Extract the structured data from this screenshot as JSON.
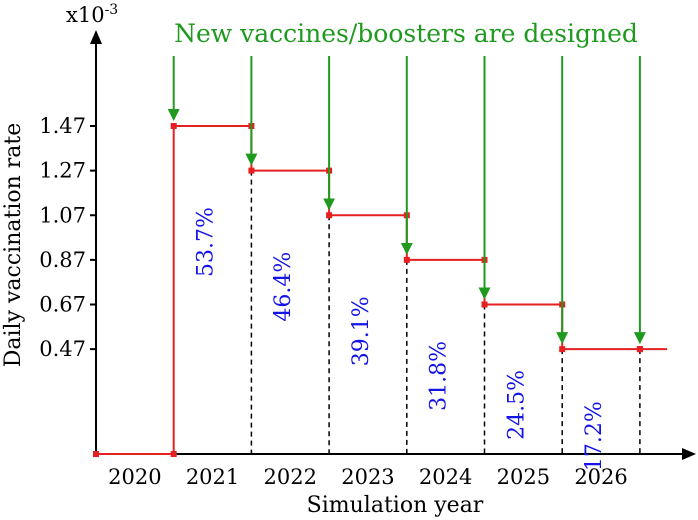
{
  "chart_data": {
    "type": "line",
    "step": true,
    "xlabel": "Simulation year",
    "ylabel": "Daily vaccination rate",
    "y_multiplier": "x10",
    "y_multiplier_exp": "-3",
    "annotation": "New vaccines/boosters are designed",
    "x_categories": [
      "2020",
      "2021",
      "2022",
      "2023",
      "2024",
      "2025",
      "2026"
    ],
    "y_ticks": [
      "0.47",
      "0.67",
      "0.87",
      "1.07",
      "1.27",
      "1.47"
    ],
    "ylim": [
      0,
      1.95
    ],
    "steps": [
      {
        "x_start": 0.0,
        "x_end": 1.0,
        "y": 0
      },
      {
        "x_start": 1.0,
        "x_end": 2.0,
        "y": 1.47
      },
      {
        "x_start": 2.0,
        "x_end": 3.0,
        "y": 1.27
      },
      {
        "x_start": 3.0,
        "x_end": 4.0,
        "y": 1.07
      },
      {
        "x_start": 4.0,
        "x_end": 5.0,
        "y": 0.87
      },
      {
        "x_start": 5.0,
        "x_end": 6.0,
        "y": 0.67
      },
      {
        "x_start": 6.0,
        "x_end": 7.0,
        "y": 0.47
      },
      {
        "x_start": 7.0,
        "x_end": 7.35,
        "y": 0.47
      }
    ],
    "design_points": [
      1,
      2,
      3,
      4,
      5,
      6,
      7
    ],
    "segment_labels": [
      {
        "x": 1.5,
        "y": 0.95,
        "text": "53.7%"
      },
      {
        "x": 2.5,
        "y": 0.75,
        "text": "46.4%"
      },
      {
        "x": 3.5,
        "y": 0.55,
        "text": "39.1%"
      },
      {
        "x": 4.5,
        "y": 0.35,
        "text": "31.8%"
      },
      {
        "x": 5.5,
        "y": 0.22,
        "text": "24.5%"
      },
      {
        "x": 6.5,
        "y": 0.08,
        "text": "17.2%"
      }
    ],
    "colors": {
      "line": "#e62020",
      "arrows": "#1f9a1f",
      "labels": "#1414e6",
      "axis": "#000000"
    }
  }
}
